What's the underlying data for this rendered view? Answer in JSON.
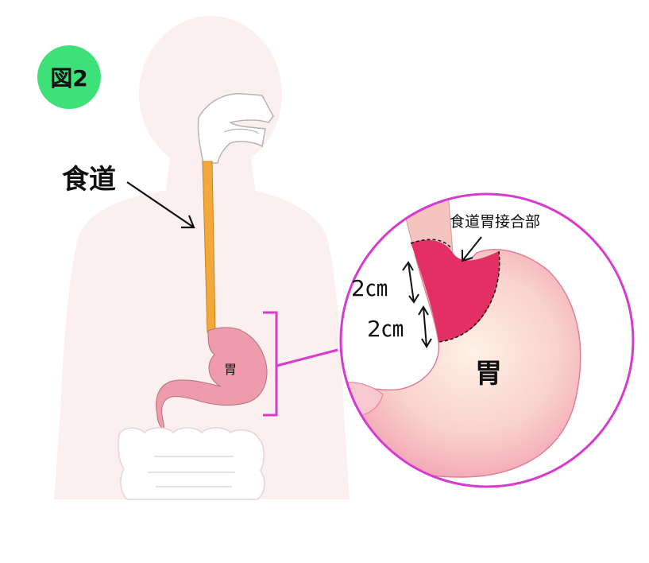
{
  "figure": {
    "badge": "図2",
    "colors": {
      "badge": "#3ee07a",
      "magnifier_ring": "#d63bd0",
      "bracket": "#d63bd0",
      "body_silhouette": "#fbeff0",
      "esophagus": "#f3a93a",
      "stomach": "#ee9cab",
      "junction": "#e23065"
    }
  },
  "overview": {
    "esophagus_label": "食道",
    "stomach_label": "胃"
  },
  "detail": {
    "junction_label": "食道胃接合部",
    "upper_distance": "2㎝",
    "lower_distance": "2㎝",
    "stomach_label": "胃"
  }
}
